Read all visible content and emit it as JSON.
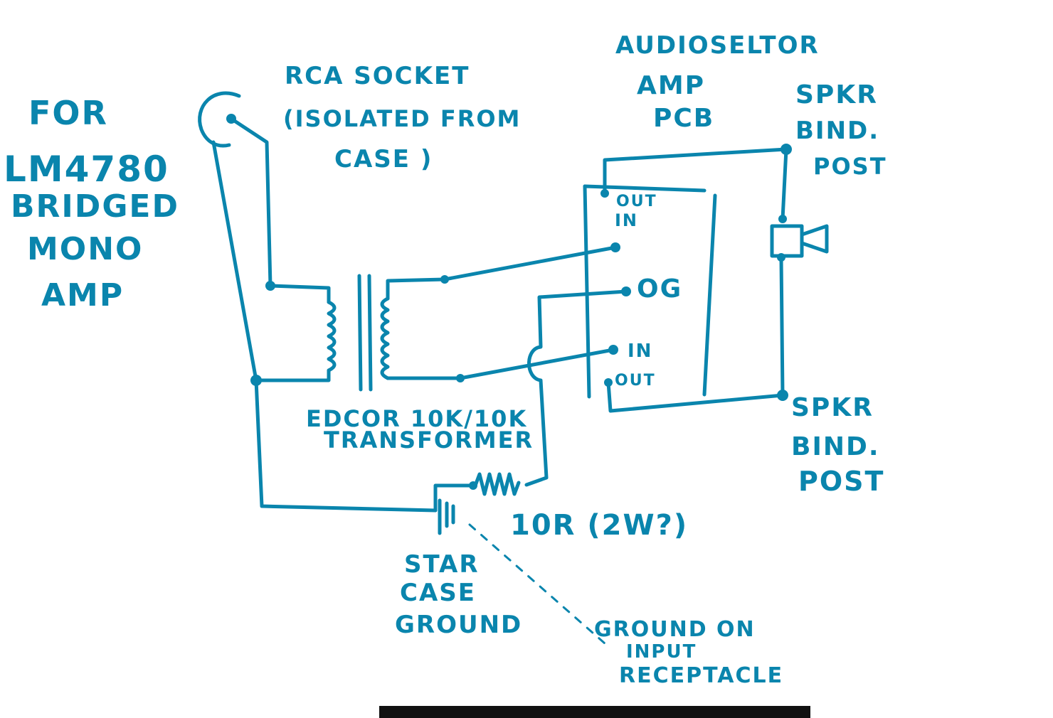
{
  "title_note": [
    "FOR",
    "LM4780",
    "BRIDGED",
    "MONO",
    "AMP"
  ],
  "rca_label": [
    "RCA SOCKET",
    "(ISOLATED FROM",
    "CASE )"
  ],
  "pcb_label": [
    "AUDIOSELTOR",
    "AMP",
    "PCB"
  ],
  "speaker_post_top": [
    "SPKR",
    "BIND.",
    "POST"
  ],
  "speaker_post_bottom": [
    "SPKR",
    "BIND.",
    "POST"
  ],
  "pins": {
    "out_top": "OUT",
    "in_top": "IN",
    "og": "OG",
    "in_bottom": "IN",
    "out_bottom": "OUT"
  },
  "transformer_label": [
    "EDCOR 10K/10K",
    "TRANSFORMER"
  ],
  "resistor_label": "10R (2W?)",
  "star_ground_label": [
    "STAR",
    "CASE",
    "GROUND"
  ],
  "input_ground_label": [
    "GROUND ON",
    "INPUT",
    "RECEPTACLE"
  ],
  "colors": {
    "ink": "#0a85ad",
    "background": "#ffffff"
  }
}
